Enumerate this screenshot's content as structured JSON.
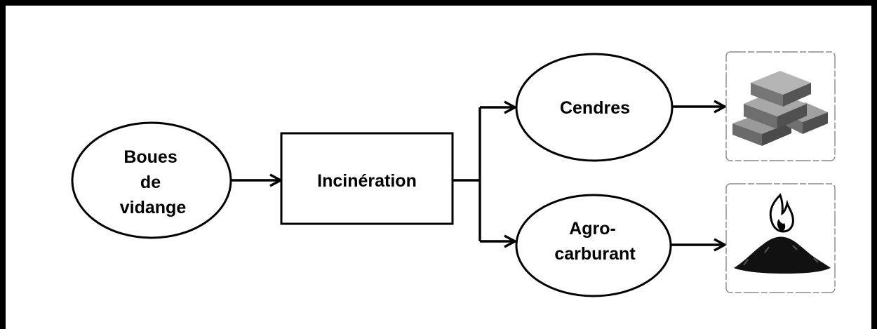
{
  "diagram": {
    "nodes": {
      "boues": {
        "lines": [
          "Boues",
          "de",
          "vidange"
        ]
      },
      "incineration": {
        "label": "Incinération"
      },
      "cendres": {
        "label": "Cendres"
      },
      "agro": {
        "lines": [
          "Agro-",
          "carburant"
        ]
      }
    },
    "pictograms": {
      "bricks": {
        "icon": "bricks-icon"
      },
      "fuel": {
        "icon": "fire-pile-icon"
      }
    },
    "colors": {
      "border": "#000000",
      "background": "#ffffff",
      "brick": "#6e6e6e"
    }
  }
}
